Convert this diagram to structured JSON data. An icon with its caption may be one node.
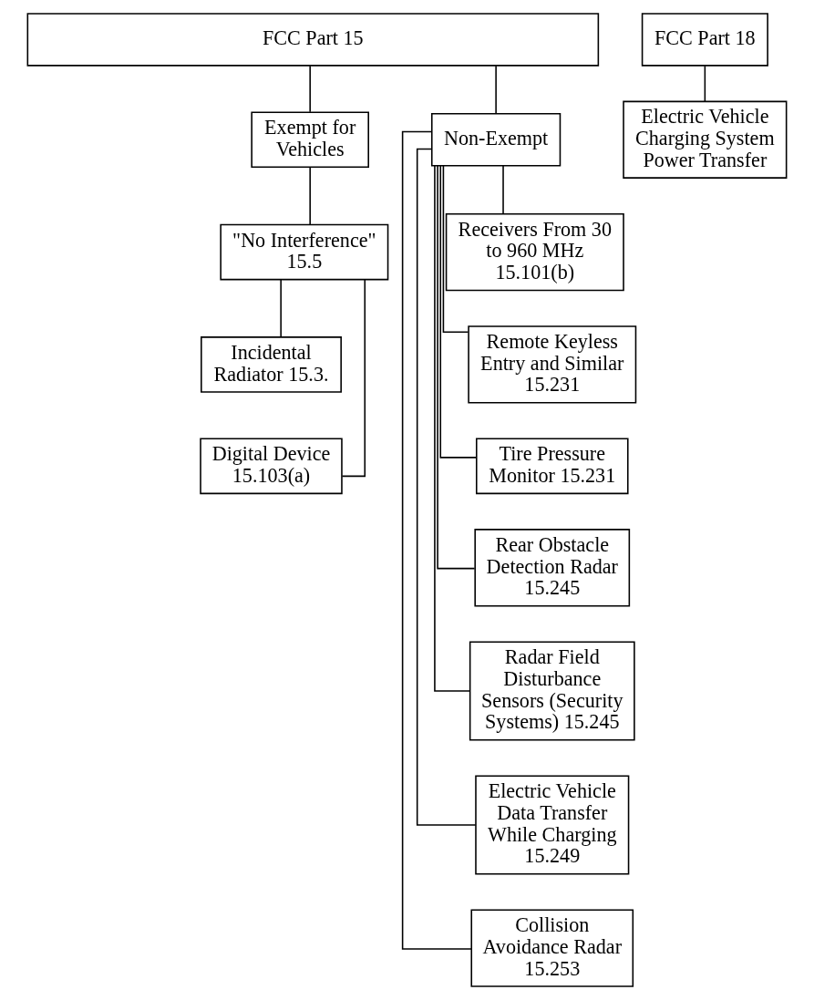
{
  "diagram": {
    "nodes": [
      {
        "text": [
          "FCC Part 15"
        ]
      },
      {
        "text": [
          "Exempt for Vehicles"
        ]
      },
      {
        "text": [
          "Non-Exempt"
        ]
      },
      {
        "text": [
          "\"No Interference\" 15.5"
        ]
      },
      {
        "text": [
          "Incidental Radiator 15.3."
        ]
      },
      {
        "text": [
          "Digital Device 15.103(a)"
        ]
      },
      {
        "text": [
          "Receivers From 30 to 960 MHz 15.101(b)"
        ]
      },
      {
        "text": [
          "Remote Keyless Entry and Similar 15.231"
        ]
      },
      {
        "text": [
          "Tire Pressure Monitor 15.231"
        ]
      },
      {
        "text": [
          "Rear Obstacle Detection Radar 15.245"
        ]
      },
      {
        "text": [
          "Radar Field Disturbance Sensors (Security Systems) 15.245"
        ]
      },
      {
        "text": [
          "Electric Vehicle Data Transfer While Charging 15.249"
        ]
      },
      {
        "text": [
          "Collision Avoidance Radar 15.253"
        ]
      },
      {
        "text": [
          "FCC Part 18"
        ]
      },
      {
        "text": [
          "Electric Vehicle Charging System Power Transfer"
        ]
      }
    ],
    "edges": [
      {
        "from": 0,
        "to": 1,
        "arrow": "none"
      },
      {
        "from": 0,
        "to": 2,
        "arrow": "none"
      },
      {
        "from": 1,
        "to": 3,
        "arrow": "none"
      },
      {
        "from": 3,
        "to": 4,
        "arrow": "none"
      },
      {
        "from": 3,
        "to": 5,
        "arrow": "none"
      },
      {
        "from": 2,
        "to": 6,
        "arrow": "none"
      },
      {
        "from": 2,
        "to": 7,
        "arrow": "none"
      },
      {
        "from": 2,
        "to": 8,
        "arrow": "none"
      },
      {
        "from": 2,
        "to": 9,
        "arrow": "none"
      },
      {
        "from": 2,
        "to": 10,
        "arrow": "none"
      },
      {
        "from": 2,
        "to": 11,
        "arrow": "none"
      },
      {
        "from": 2,
        "to": 12,
        "arrow": "none"
      },
      {
        "from": 13,
        "to": 14,
        "arrow": "none"
      }
    ]
  }
}
